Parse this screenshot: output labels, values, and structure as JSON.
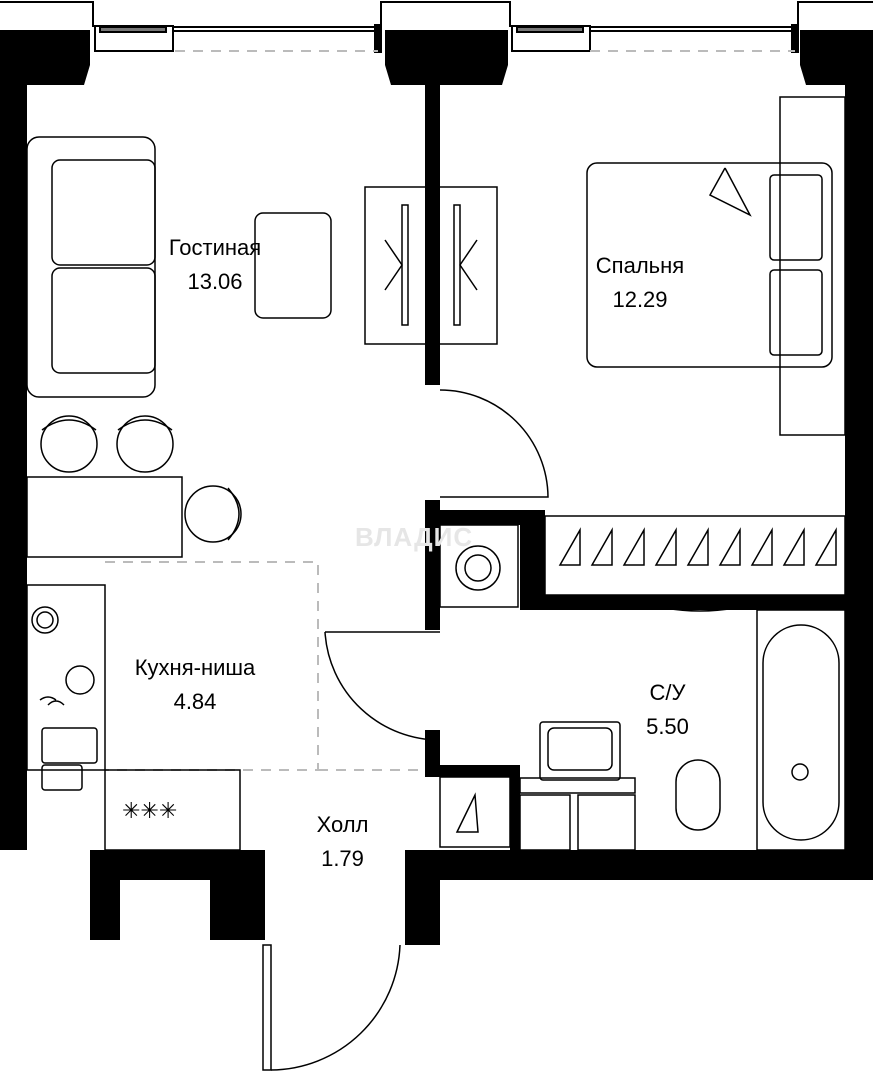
{
  "rooms": [
    {
      "name": "Гостиная",
      "area": "13.06"
    },
    {
      "name": "Спальня",
      "area": "12.29"
    },
    {
      "name": "Кухня-ниша",
      "area": "4.84"
    },
    {
      "name": "С/У",
      "area": "5.50"
    },
    {
      "name": "Холл",
      "area": "1.79"
    }
  ],
  "watermark": "ВЛАДИС",
  "colors": {
    "wall": "#000000",
    "line": "#000000",
    "dashed": "#bbbbbb",
    "watermark": "#e6e6e6"
  }
}
